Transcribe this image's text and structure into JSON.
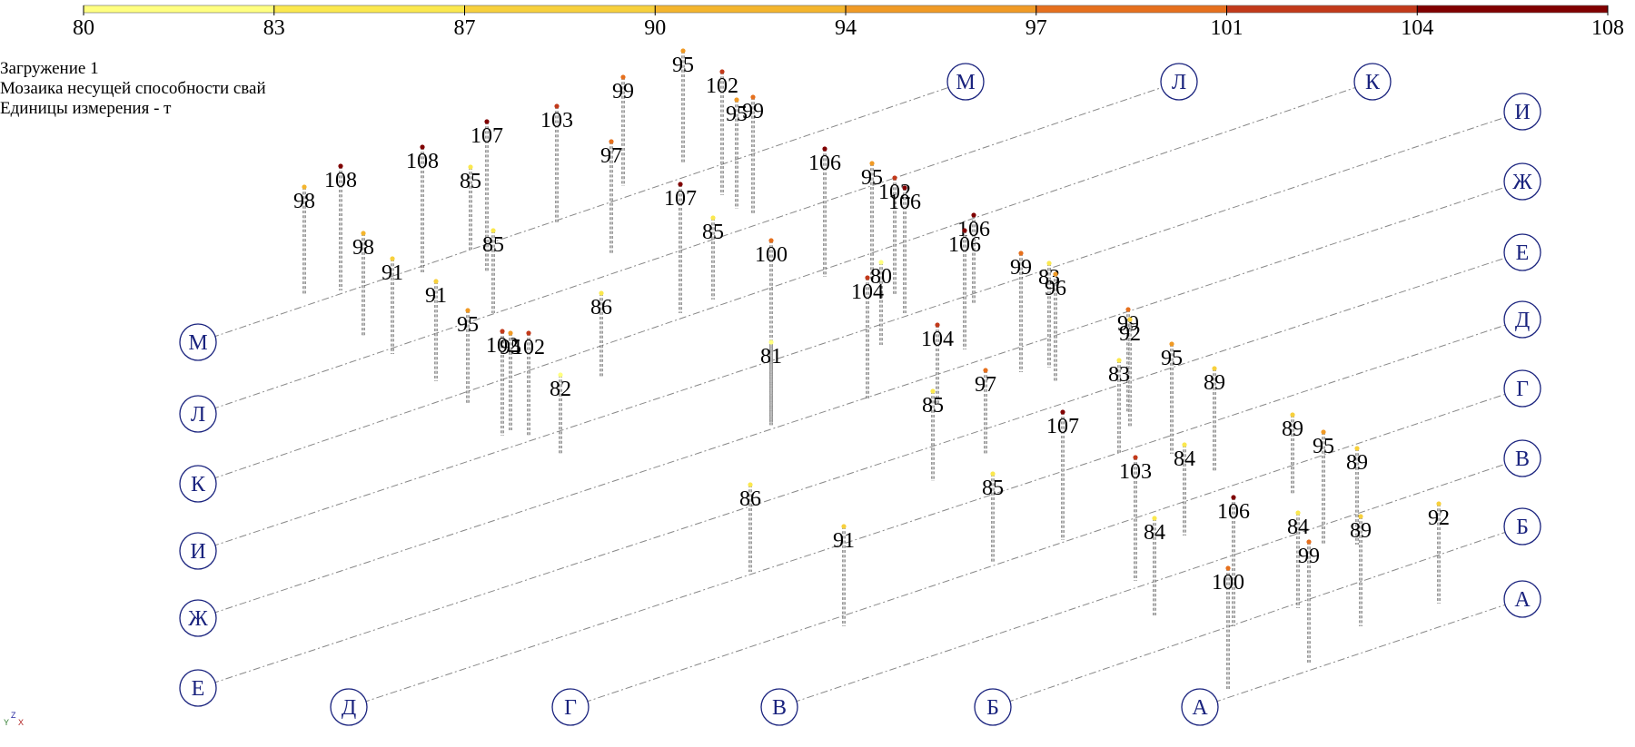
{
  "captions": {
    "load_case": "Загружение 1",
    "title": "Мозаика несущей способности свай",
    "units": "Единицы измерения - т"
  },
  "scale": {
    "ticks": [
      80,
      83,
      87,
      90,
      94,
      97,
      101,
      104,
      108
    ],
    "colors": [
      "#ffff80",
      "#fbe84e",
      "#f7d03c",
      "#f4b52d",
      "#f09a25",
      "#e6701d",
      "#c2391a",
      "#800000"
    ]
  },
  "axes_icon": {
    "x": "X",
    "y": "Y",
    "z": "Z"
  },
  "grid": {
    "rows": [
      "М",
      "Л",
      "К",
      "И",
      "Ж",
      "Е",
      "Д",
      "Г",
      "В",
      "Б",
      "А"
    ],
    "cols": [
      "М",
      "Л",
      "К",
      "И",
      "Ж",
      "Е",
      "Д",
      "Г",
      "В",
      "Б",
      "А"
    ]
  },
  "piles": [
    {
      "value": 98,
      "color": "#f4b52d"
    },
    {
      "value": 108,
      "color": "#800000"
    },
    {
      "value": 98,
      "color": "#f4b52d"
    },
    {
      "value": 91,
      "color": "#f7d03c"
    },
    {
      "value": 108,
      "color": "#800000"
    },
    {
      "value": 91,
      "color": "#f7d03c"
    },
    {
      "value": 85,
      "color": "#fbe84e"
    },
    {
      "value": 95,
      "color": "#f09a25"
    },
    {
      "value": 107,
      "color": "#800000"
    },
    {
      "value": 85,
      "color": "#fbe84e"
    },
    {
      "value": 102,
      "color": "#c2391a"
    },
    {
      "value": 95,
      "color": "#f09a25"
    },
    {
      "value": 102,
      "color": "#c2391a"
    },
    {
      "value": 103,
      "color": "#c2391a"
    },
    {
      "value": 82,
      "color": "#ffff80"
    },
    {
      "value": 86,
      "color": "#fbe84e"
    },
    {
      "value": 97,
      "color": "#e6701d"
    },
    {
      "value": 99,
      "color": "#e6701d"
    },
    {
      "value": 95,
      "color": "#f09a25"
    },
    {
      "value": 107,
      "color": "#800000"
    },
    {
      "value": 85,
      "color": "#fbe84e"
    },
    {
      "value": 102,
      "color": "#c2391a"
    },
    {
      "value": 95,
      "color": "#f09a25"
    },
    {
      "value": 99,
      "color": "#e6701d"
    },
    {
      "value": 100,
      "color": "#e6701d"
    },
    {
      "value": 81,
      "color": "#ffff80"
    },
    {
      "value": 86,
      "color": "#fbe84e"
    },
    {
      "value": 91,
      "color": "#f7d03c"
    },
    {
      "value": 106,
      "color": "#800000"
    },
    {
      "value": 95,
      "color": "#f09a25"
    },
    {
      "value": 102,
      "color": "#c2391a"
    },
    {
      "value": 106,
      "color": "#800000"
    },
    {
      "value": 80,
      "color": "#ffff80"
    },
    {
      "value": 104,
      "color": "#c2391a"
    },
    {
      "value": 106,
      "color": "#800000"
    },
    {
      "value": 106,
      "color": "#800000"
    },
    {
      "value": 104,
      "color": "#c2391a"
    },
    {
      "value": 85,
      "color": "#fbe84e"
    },
    {
      "value": 97,
      "color": "#e6701d"
    },
    {
      "value": 85,
      "color": "#fbe84e"
    },
    {
      "value": 99,
      "color": "#e6701d"
    },
    {
      "value": 83,
      "color": "#fbe84e"
    },
    {
      "value": 96,
      "color": "#f09a25"
    },
    {
      "value": 107,
      "color": "#800000"
    },
    {
      "value": 99,
      "color": "#e6701d"
    },
    {
      "value": 92,
      "color": "#f7d03c"
    },
    {
      "value": 83,
      "color": "#fbe84e"
    },
    {
      "value": 103,
      "color": "#c2391a"
    },
    {
      "value": 84,
      "color": "#fbe84e"
    },
    {
      "value": 95,
      "color": "#f09a25"
    },
    {
      "value": 84,
      "color": "#fbe84e"
    },
    {
      "value": 89,
      "color": "#f7d03c"
    },
    {
      "value": 106,
      "color": "#800000"
    },
    {
      "value": 100,
      "color": "#e6701d"
    },
    {
      "value": 89,
      "color": "#f7d03c"
    },
    {
      "value": 84,
      "color": "#fbe84e"
    },
    {
      "value": 99,
      "color": "#e6701d"
    },
    {
      "value": 95,
      "color": "#f09a25"
    },
    {
      "value": 89,
      "color": "#f7d03c"
    },
    {
      "value": 89,
      "color": "#f7d03c"
    },
    {
      "value": 92,
      "color": "#f7d03c"
    }
  ]
}
